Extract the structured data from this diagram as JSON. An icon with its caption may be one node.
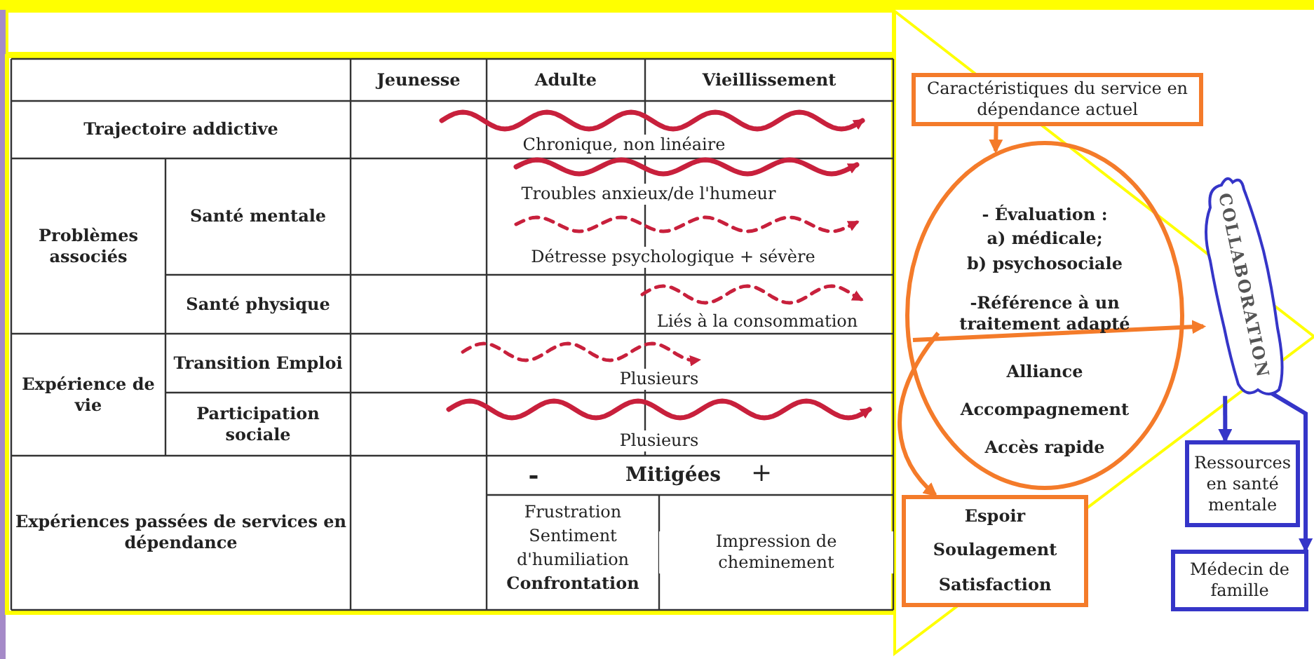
{
  "diagram": {
    "nodes": [
      {
        "text": [
          "Caractéristiques du service en dépendance actuel"
        ]
      },
      {
        "text": [
          "- Évaluation :",
          "a) médicale;",
          "b) psychosociale",
          "-Référence à un traitement adapté",
          "Alliance",
          "Accompagnement",
          "Accès rapide"
        ]
      },
      {
        "text": [
          "Espoir",
          "Soulagement",
          "Satisfaction"
        ]
      },
      {
        "text": [
          "COLLABORATION"
        ]
      },
      {
        "text": [
          "Ressources en santé mentale"
        ]
      },
      {
        "text": [
          "Médecin de famille"
        ]
      }
    ],
    "edges": [
      {
        "from": 0,
        "to": 1,
        "arrow": "to"
      },
      {
        "from": 1,
        "to": 3,
        "arrow": "to"
      },
      {
        "from": 1,
        "to": 2,
        "arrow": "to"
      },
      {
        "from": 3,
        "to": 4,
        "arrow": "to",
        "color": "#3535c8"
      },
      {
        "from": 3,
        "to": 5,
        "arrow": "to",
        "color": "#3535c8"
      }
    ],
    "labels": [
      "Jeunesse",
      "Adulte",
      "Vieillissement",
      "Trajectoire addictive",
      "Chronique, non linéaire",
      "Problèmes associés",
      "Santé mentale",
      "Troubles anxieux/de l'humeur",
      "Détresse psychologique + sévère",
      "Santé physique",
      "Liés à la consommation",
      "Expérience de vie",
      "Transition Emploi",
      "Plusieurs",
      "Participation sociale",
      "Plusieurs",
      "Expériences passées de services en dépendance",
      "-",
      "Mitigées",
      "+",
      "Frustration",
      "Sentiment",
      "d'humiliation",
      "Confrontation",
      "Impression de cheminement"
    ]
  }
}
